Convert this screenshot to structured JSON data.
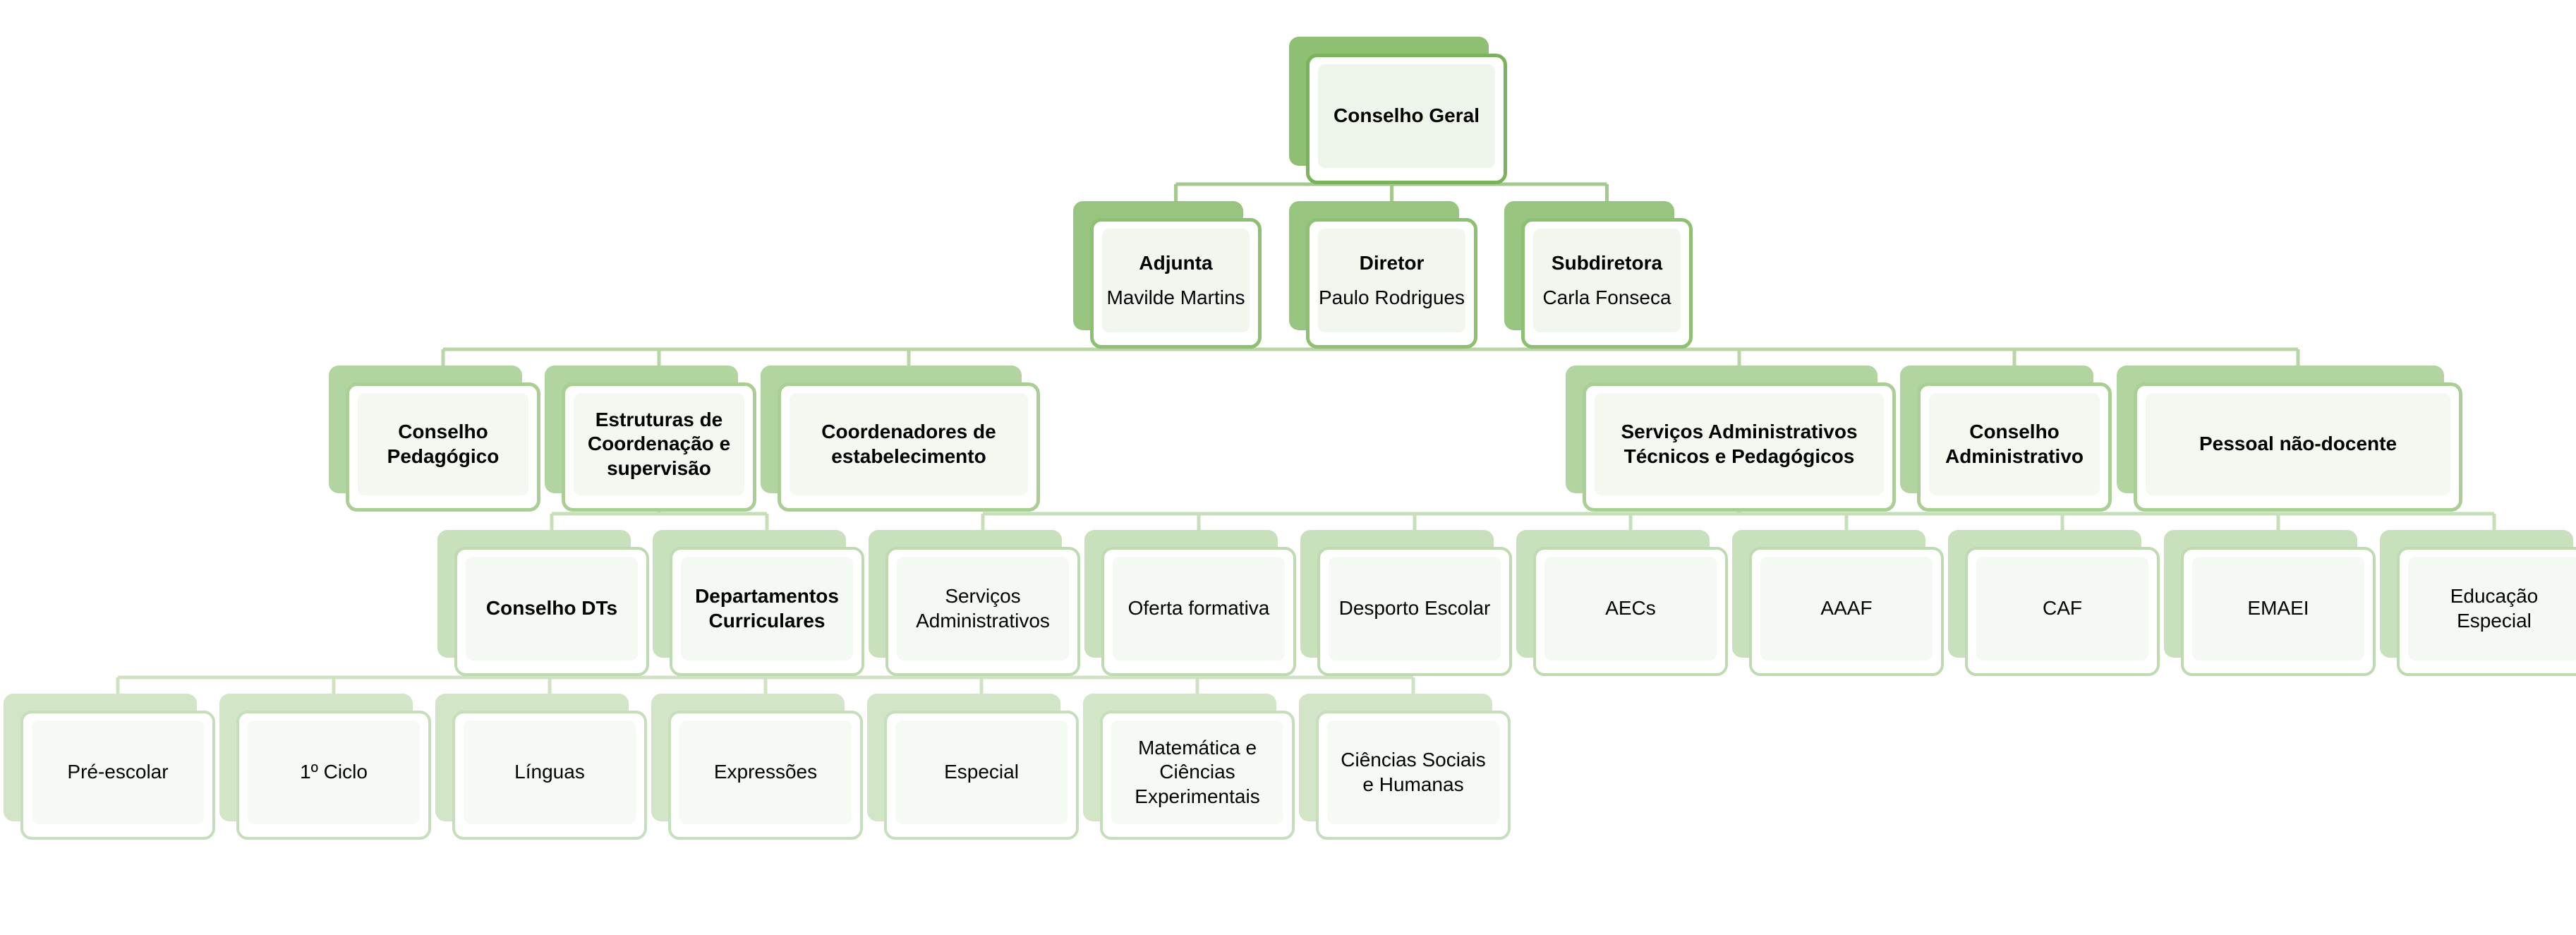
{
  "diagram": {
    "nodes": [
      {
        "id": "conselho-geral",
        "title": "Conselho Geral",
        "bold": true
      },
      {
        "id": "adjunta",
        "title": "Adjunta",
        "subtitle": "Mavilde Martins",
        "bold": true
      },
      {
        "id": "diretor",
        "title": "Diretor",
        "subtitle": "Paulo Rodrigues",
        "bold": true
      },
      {
        "id": "subdiretora",
        "title": "Subdiretora",
        "subtitle": "Carla Fonseca",
        "bold": true
      },
      {
        "id": "conselho-pedagogico",
        "title": "Conselho Pedagógico",
        "bold": true
      },
      {
        "id": "estruturas-coordenacao",
        "title": "Estruturas de Coordenação e supervisão",
        "bold": true
      },
      {
        "id": "coordenadores-estabelecimento",
        "title": "Coordenadores de estabelecimento",
        "bold": true
      },
      {
        "id": "servicos-adm-tecnicos",
        "title": "Serviços Administrativos Técnicos e Pedagógicos",
        "bold": true
      },
      {
        "id": "conselho-administrativo",
        "title": "Conselho Administrativo",
        "bold": true
      },
      {
        "id": "pessoal-nao-docente",
        "title": "Pessoal não-docente",
        "bold": true
      },
      {
        "id": "conselho-dts",
        "title": "Conselho DTs",
        "bold": true
      },
      {
        "id": "departamentos-curriculares",
        "title": "Departamentos Curriculares",
        "bold": true
      },
      {
        "id": "servicos-administrativos",
        "title": "Serviços Administrativos",
        "bold": false
      },
      {
        "id": "oferta-formativa",
        "title": "Oferta formativa",
        "bold": false
      },
      {
        "id": "desporto-escolar",
        "title": "Desporto Escolar",
        "bold": false
      },
      {
        "id": "aecs",
        "title": "AECs",
        "bold": false
      },
      {
        "id": "aaaf",
        "title": "AAAF",
        "bold": false
      },
      {
        "id": "caf",
        "title": "CAF",
        "bold": false
      },
      {
        "id": "emaei",
        "title": "EMAEI",
        "bold": false
      },
      {
        "id": "educacao-especial",
        "title": "Educação Especial",
        "bold": false
      },
      {
        "id": "pre-escolar",
        "title": "Pré-escolar",
        "bold": false
      },
      {
        "id": "primeiro-ciclo",
        "title": "1º Ciclo",
        "bold": false
      },
      {
        "id": "linguas",
        "title": "Línguas",
        "bold": false
      },
      {
        "id": "expressoes",
        "title": "Expressões",
        "bold": false
      },
      {
        "id": "especial",
        "title": "Especial",
        "bold": false
      },
      {
        "id": "matematica-ciencias",
        "title": "Matemática e Ciências Experimentais",
        "bold": false
      },
      {
        "id": "ciencias-sociais",
        "title": "Ciências Sociais e Humanas",
        "bold": false
      }
    ],
    "edges": [
      [
        "conselho-geral",
        "adjunta"
      ],
      [
        "conselho-geral",
        "diretor"
      ],
      [
        "conselho-geral",
        "subdiretora"
      ],
      [
        "diretor",
        "conselho-pedagogico"
      ],
      [
        "diretor",
        "estruturas-coordenacao"
      ],
      [
        "diretor",
        "coordenadores-estabelecimento"
      ],
      [
        "diretor",
        "servicos-adm-tecnicos"
      ],
      [
        "diretor",
        "conselho-administrativo"
      ],
      [
        "diretor",
        "pessoal-nao-docente"
      ],
      [
        "estruturas-coordenacao",
        "conselho-dts"
      ],
      [
        "estruturas-coordenacao",
        "departamentos-curriculares"
      ],
      [
        "servicos-adm-tecnicos",
        "servicos-administrativos"
      ],
      [
        "servicos-adm-tecnicos",
        "oferta-formativa"
      ],
      [
        "servicos-adm-tecnicos",
        "desporto-escolar"
      ],
      [
        "servicos-adm-tecnicos",
        "aecs"
      ],
      [
        "servicos-adm-tecnicos",
        "aaaf"
      ],
      [
        "servicos-adm-tecnicos",
        "caf"
      ],
      [
        "servicos-adm-tecnicos",
        "emaei"
      ],
      [
        "servicos-adm-tecnicos",
        "educacao-especial"
      ],
      [
        "departamentos-curriculares",
        "pre-escolar"
      ],
      [
        "departamentos-curriculares",
        "primeiro-ciclo"
      ],
      [
        "departamentos-curriculares",
        "linguas"
      ],
      [
        "departamentos-curriculares",
        "expressoes"
      ],
      [
        "departamentos-curriculares",
        "especial"
      ],
      [
        "departamentos-curriculares",
        "matematica-ciencias"
      ],
      [
        "departamentos-curriculares",
        "ciencias-sociais"
      ]
    ]
  }
}
